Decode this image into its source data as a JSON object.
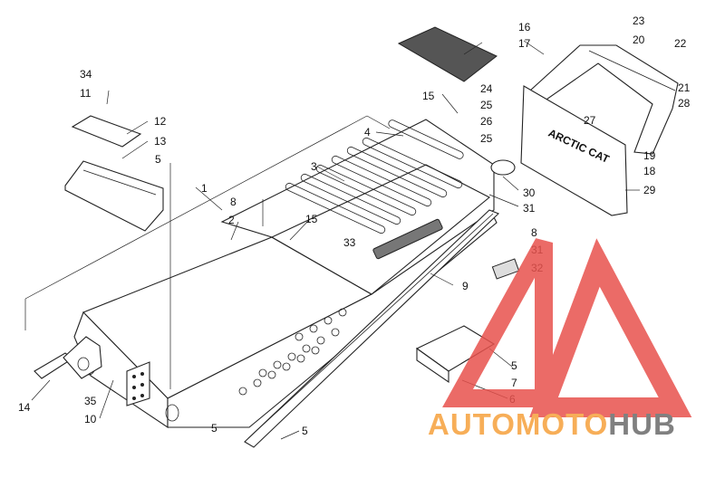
{
  "diagram": {
    "callouts": [
      "1",
      "2",
      "3",
      "4",
      "5",
      "5",
      "5",
      "5",
      "6",
      "7",
      "8",
      "8",
      "9",
      "10",
      "11",
      "12",
      "13",
      "14",
      "15",
      "15",
      "16",
      "17",
      "18",
      "19",
      "20",
      "21",
      "22",
      "23",
      "24",
      "25",
      "25",
      "26",
      "27",
      "28",
      "29",
      "30",
      "31",
      "31",
      "32",
      "33",
      "34",
      "35"
    ],
    "decal_text": "ARCTIC CAT",
    "watermark": {
      "word_part1": "AUTO",
      "word_part2": "MOTO",
      "word_part3": "HUB",
      "color_red": "#e8524d",
      "color_orange": "#f6a13b",
      "color_gray": "#6b6b6b"
    }
  }
}
